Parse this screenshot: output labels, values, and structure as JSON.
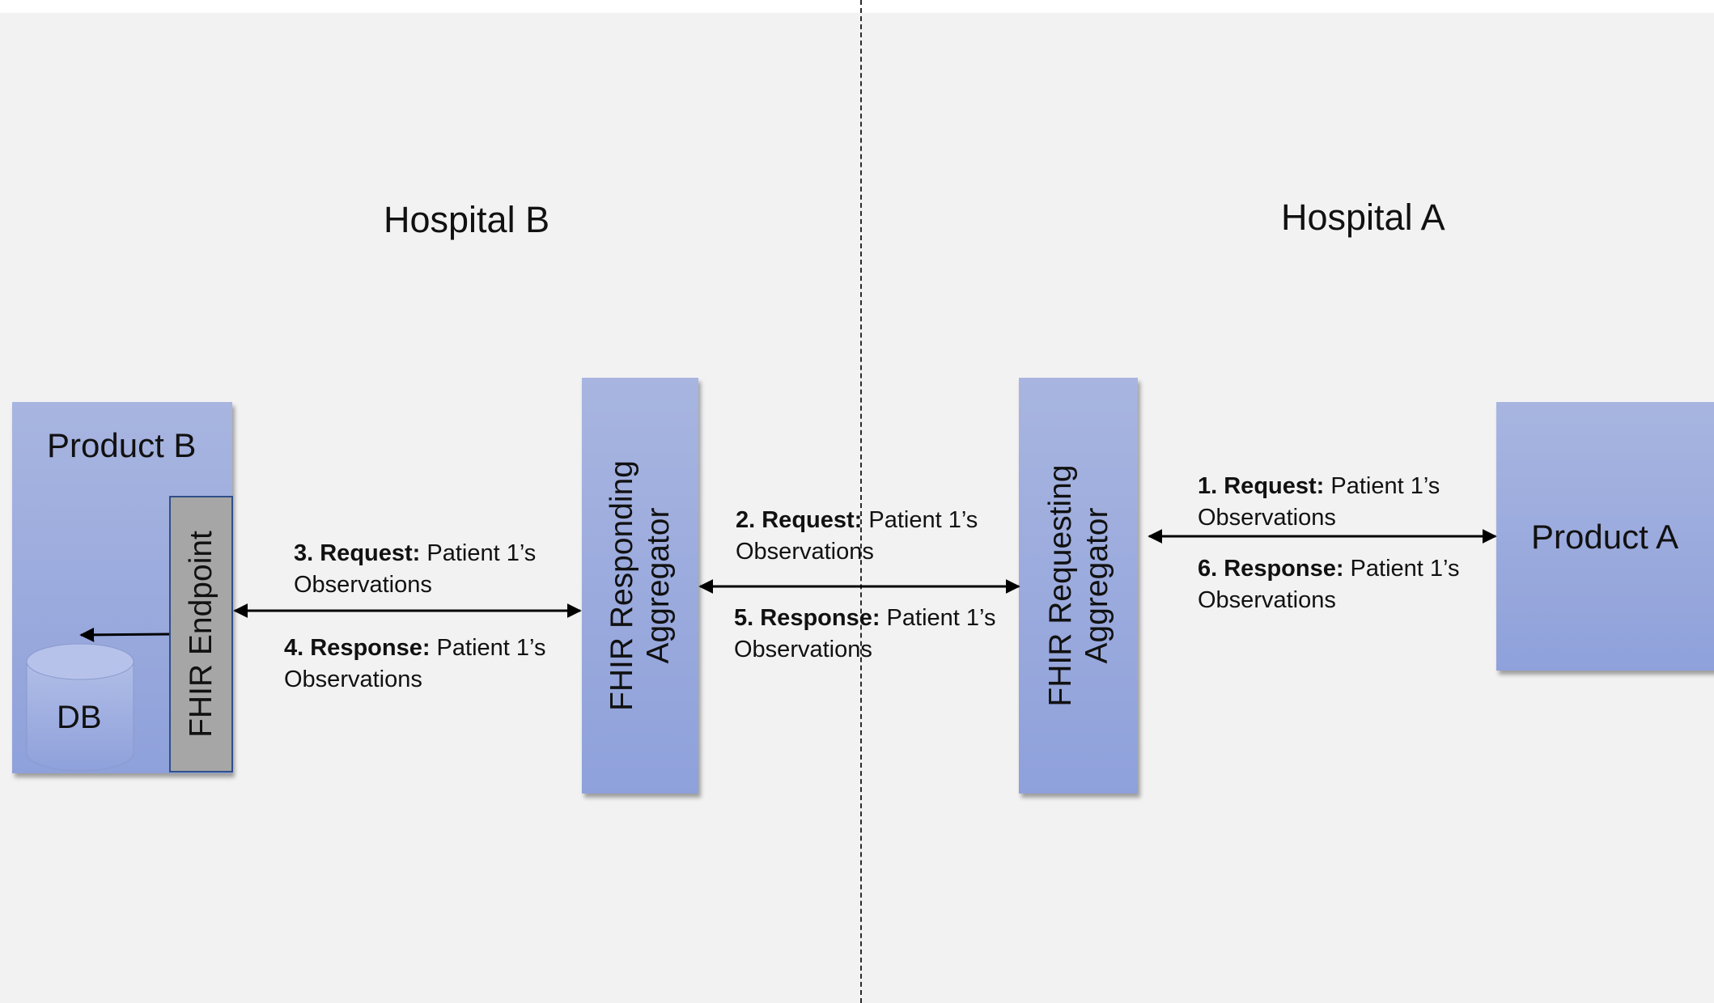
{
  "regions": {
    "left": "Hospital B",
    "right": "Hospital A"
  },
  "product_b": {
    "title": "Product B",
    "endpoint": "FHIR Endpoint",
    "db": "DB"
  },
  "responding_aggregator": {
    "line1": "FHIR Responding",
    "line2": "Aggregator"
  },
  "requesting_aggregator": {
    "line1": "FHIR Requesting",
    "line2": "Aggregator"
  },
  "product_a": {
    "title": "Product A"
  },
  "messages": {
    "m1": {
      "step": "1. Request:",
      "text": " Patient 1’s",
      "line2": "Observations"
    },
    "m2": {
      "step": "2. Request:",
      "text": " Patient 1’s",
      "line2": "Observations"
    },
    "m3": {
      "step": "3. Request:",
      "text": " Patient 1’s",
      "line2": "Observations"
    },
    "m4": {
      "step": "4. Response:",
      "text": " Patient 1’s",
      "line2": "Observations"
    },
    "m5": {
      "step": "5. Response:",
      "text": " Patient 1’s",
      "line2": "Observations"
    },
    "m6": {
      "step": "6. Response:",
      "text": " Patient 1’s",
      "line2": "Observations"
    }
  }
}
